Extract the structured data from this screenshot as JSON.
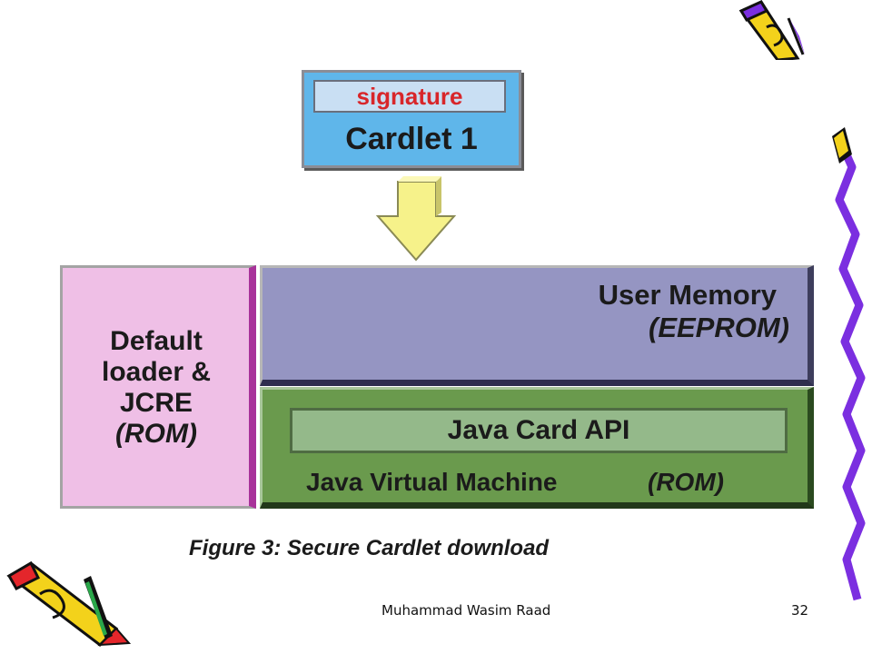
{
  "diagram": {
    "cardlet": {
      "signature_label": "signature",
      "title": "Cardlet 1"
    },
    "rom_panel": {
      "line1": "Default",
      "line2": "loader &",
      "line3": "JCRE",
      "line4": "(ROM)"
    },
    "user_memory": {
      "title": "User Memory",
      "subtitle": "(EEPROM)"
    },
    "jvm_panel": {
      "api_label": "Java Card API",
      "jvm_label": "Java Virtual Machine",
      "rom_label": "(ROM)"
    },
    "caption": "Figure 3: Secure Cardlet download"
  },
  "footer": {
    "author": "Muhammad Wasim Raad",
    "page_number": "32"
  },
  "colors": {
    "cardlet_fill": "#5fb6ea",
    "signature_fill": "#c9dff3",
    "signature_text": "#d8262a",
    "arrow_fill": "#f6f28a",
    "rom_panel_fill": "#efbfe6",
    "user_memory_fill": "#9595c2",
    "jvm_fill": "#6a9a4d",
    "api_fill": "#94b98a",
    "decoration_purple": "#7b2fe0"
  }
}
